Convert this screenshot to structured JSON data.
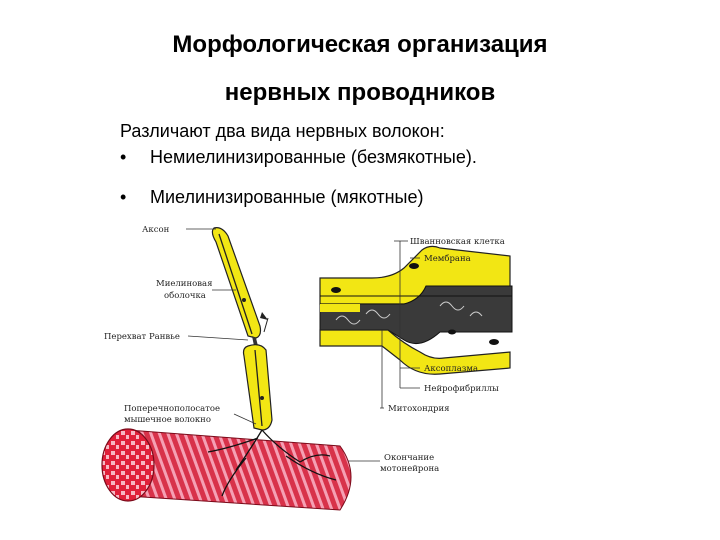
{
  "title": {
    "line1": "Морфологическая организация",
    "line2": "нервных проводников"
  },
  "intro": "Различают два вида нервных волокон:",
  "bullets": [
    {
      "marker": "•",
      "text": "Немиелинизированные (безмякотные)."
    },
    {
      "marker": "•",
      "text": "Миелинизированные (мякотные)"
    }
  ],
  "figure": {
    "left_labels": {
      "axon": "Аксон",
      "myelin_1": "Миелиновая",
      "myelin_2": "оболочка",
      "ranvier": "Перехват Ранвье",
      "muscle_1": "Поперечнополосатое",
      "muscle_2": "мышечное волокно"
    },
    "right_labels": {
      "schwann": "Шванновская клетка",
      "membrane": "Мембрана",
      "axoplasm": "Аксоплазма",
      "neurofibrils": "Нейрофибриллы",
      "mitochondria": "Митохондрия",
      "ending_1": "Окончание",
      "ending_2": "мотонейрона"
    },
    "colors": {
      "myelin": "#f2e614",
      "axoplasm": "#3a3a3a",
      "muscle": "#d8324a",
      "muscle_stripe": "#f5a0b4"
    }
  }
}
